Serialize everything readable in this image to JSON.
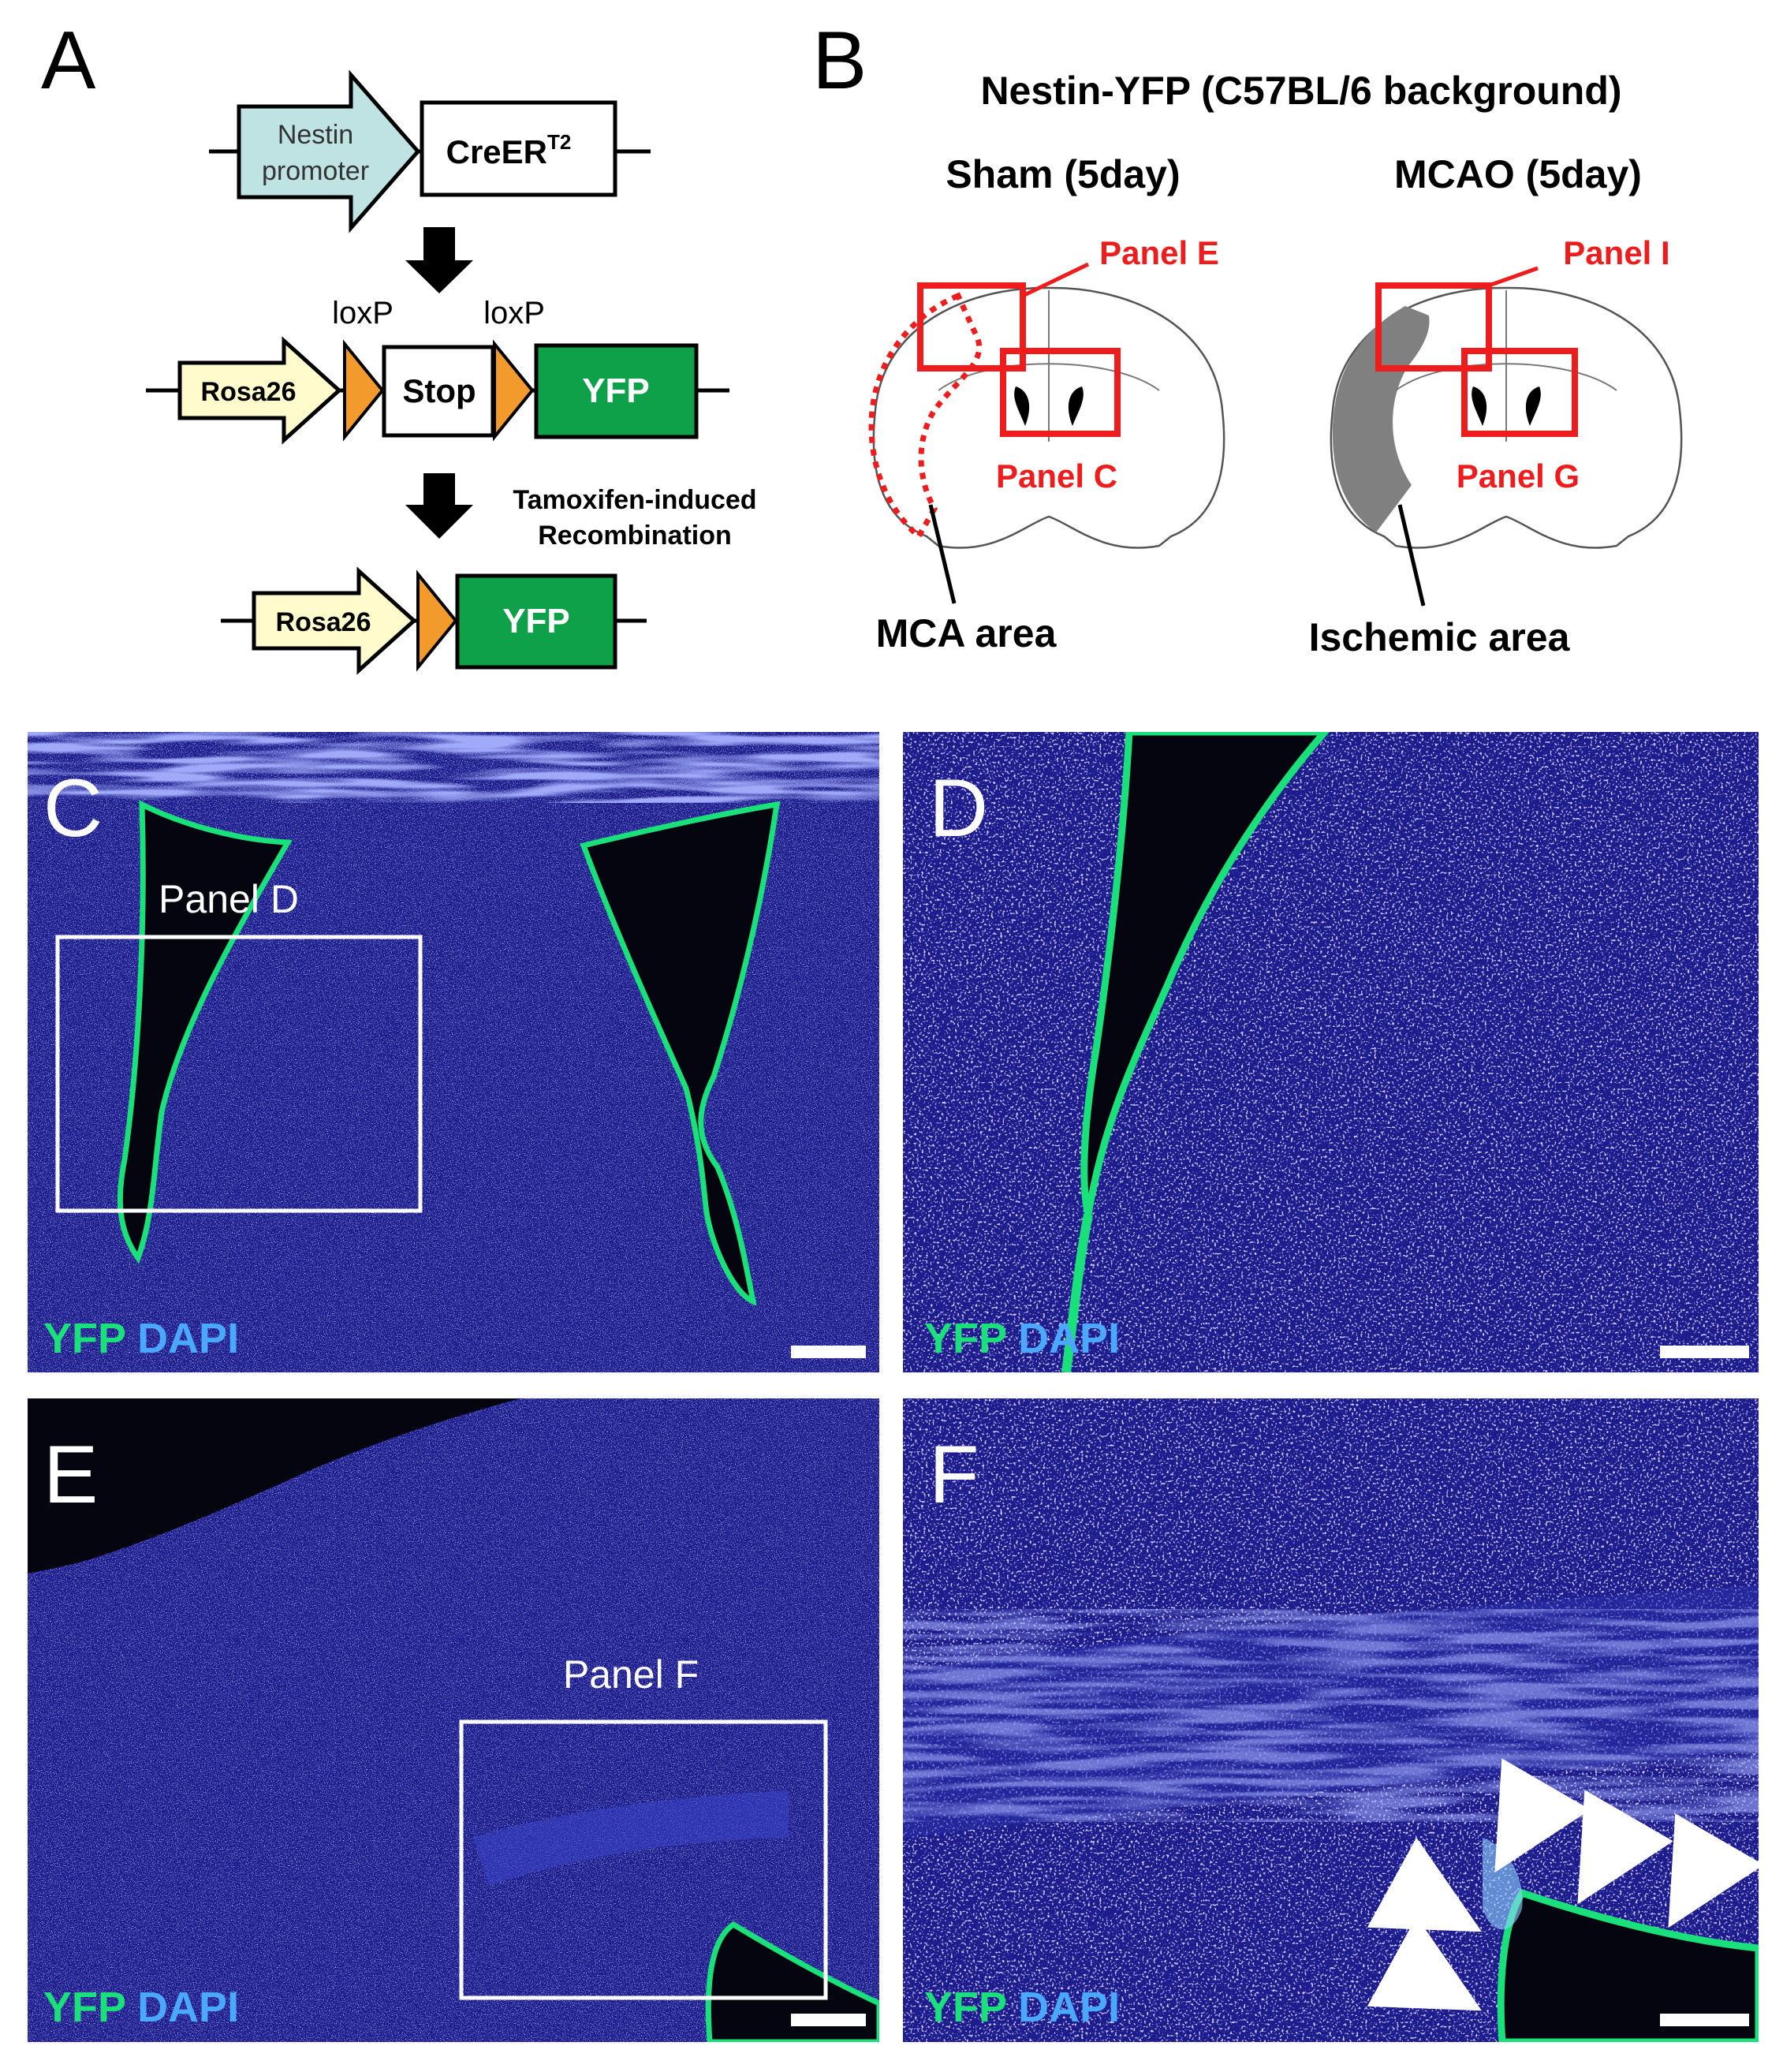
{
  "figure": {
    "panel_letters": {
      "a": "A",
      "b": "B",
      "c": "C",
      "d": "D",
      "e": "E",
      "f": "F"
    }
  },
  "construct": {
    "nestin_label_line1": "Nestin",
    "nestin_label_line2": "promoter",
    "creer_label": "CreER",
    "creer_superscript": "T2",
    "loxp_left": "loxP",
    "loxp_right": "loxP",
    "rosa26_label": "Rosa26",
    "stop_label": "Stop",
    "yfp_label": "YFP",
    "recombination_line1": "Tamoxifen-induced",
    "recombination_line2": "Recombination",
    "rosa26_label_2": "Rosa26",
    "yfp_label_2": "YFP",
    "colors": {
      "nestin": "#bfe3e3",
      "rosa26": "#fffbcc",
      "loxp": "#f39a2c",
      "yfp": "#0fa14a"
    }
  },
  "schematic": {
    "title": "Nestin-YFP (C57BL/6 background)",
    "sham_title": "Sham (5day)",
    "mcao_title": "MCAO (5day)",
    "sham_panel_top": "Panel E",
    "sham_panel_bottom": "Panel C",
    "mcao_panel_top": "Panel I",
    "mcao_panel_bottom": "Panel G",
    "sham_area_label": "MCA area",
    "mcao_area_label": "Ischemic area",
    "colors": {
      "box": "#ee1c1c",
      "ischemic": "#808080"
    }
  },
  "micrographs": {
    "c": {
      "inset_label": "Panel D",
      "stain_yfp": "YFP",
      "stain_dapi": "DAPI"
    },
    "d": {
      "stain_yfp": "YFP",
      "stain_dapi": "DAPI"
    },
    "e": {
      "inset_label": "Panel F",
      "stain_yfp": "YFP",
      "stain_dapi": "DAPI"
    },
    "f": {
      "stain_yfp": "YFP",
      "stain_dapi": "DAPI"
    },
    "colors": {
      "tissue": "#1c1c8c",
      "yfp": "#19e07a",
      "dapi": "#4aa8ff"
    }
  }
}
